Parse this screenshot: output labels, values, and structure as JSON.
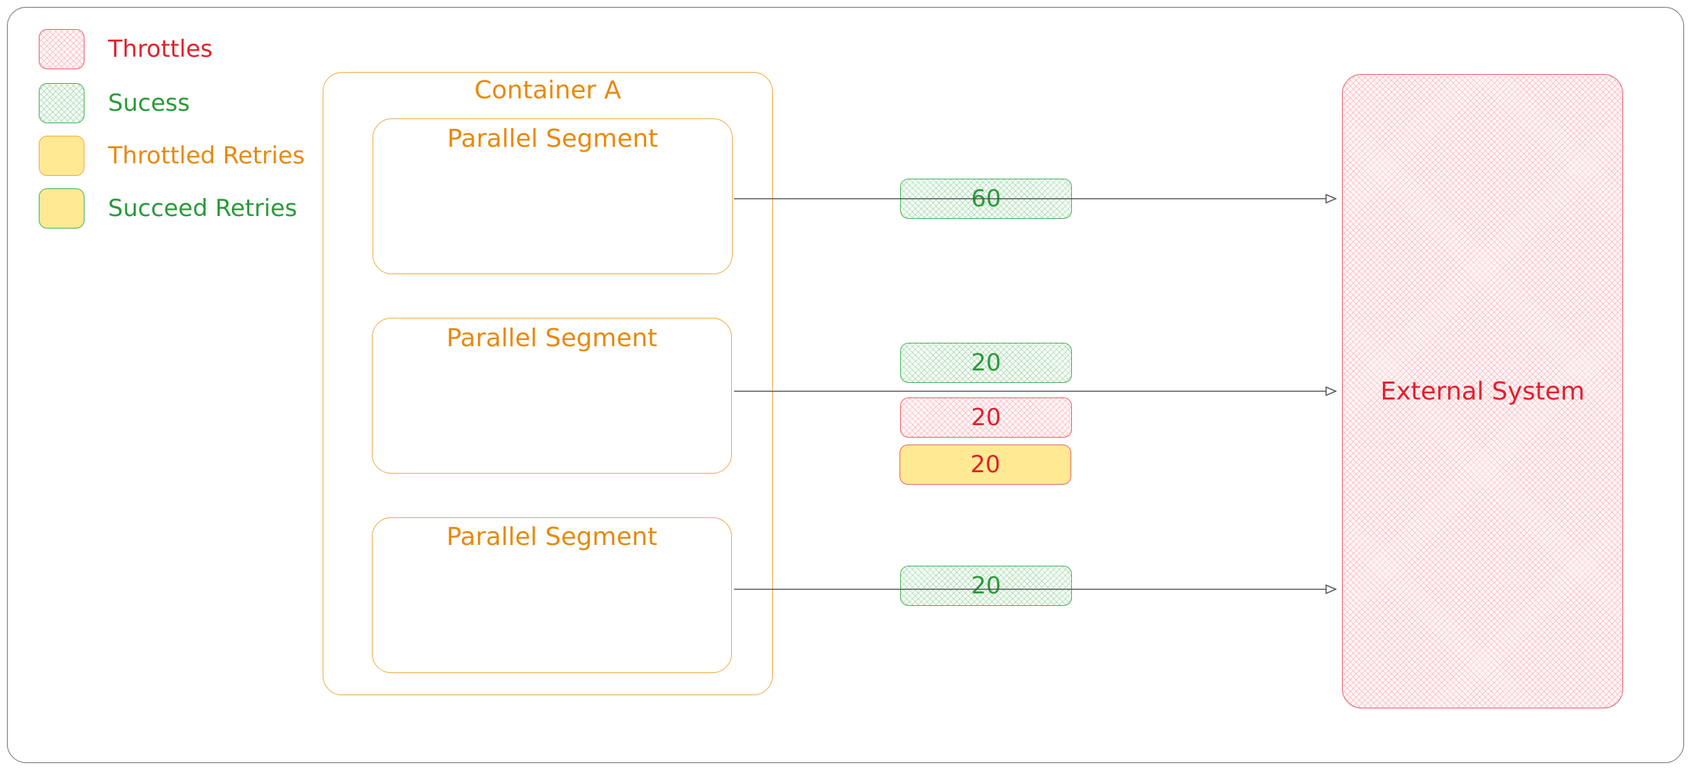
{
  "colors": {
    "red": "#e0212d",
    "green": "#2a9a3a",
    "orange": "#e8890c",
    "yellow_fill": "#ffe993",
    "line": "#555555"
  },
  "legend": [
    {
      "label": "Throttles",
      "swatch": "hatch-red",
      "label_color": "#e0212d"
    },
    {
      "label": "Sucess",
      "swatch": "hatch-green",
      "label_color": "#2a9a3a"
    },
    {
      "label": "Throttled Retries",
      "swatch": "solid-yellow",
      "label_color": "#e8890c"
    },
    {
      "label": "Succeed Retries",
      "swatch": "solid-yellow",
      "label_color": "#2a9a3a"
    }
  ],
  "container": {
    "title": "Container A",
    "segments": [
      {
        "title": "Parallel Segment"
      },
      {
        "title": "Parallel Segment"
      },
      {
        "title": "Parallel Segment"
      }
    ]
  },
  "flows": [
    {
      "labels": [
        {
          "value": "60",
          "kind": "success"
        }
      ]
    },
    {
      "labels": [
        {
          "value": "20",
          "kind": "success"
        },
        {
          "value": "20",
          "kind": "throttle"
        },
        {
          "value": "20",
          "kind": "throttled-retry"
        }
      ]
    },
    {
      "labels": [
        {
          "value": "20",
          "kind": "success"
        }
      ]
    }
  ],
  "external": {
    "label": "External System"
  }
}
